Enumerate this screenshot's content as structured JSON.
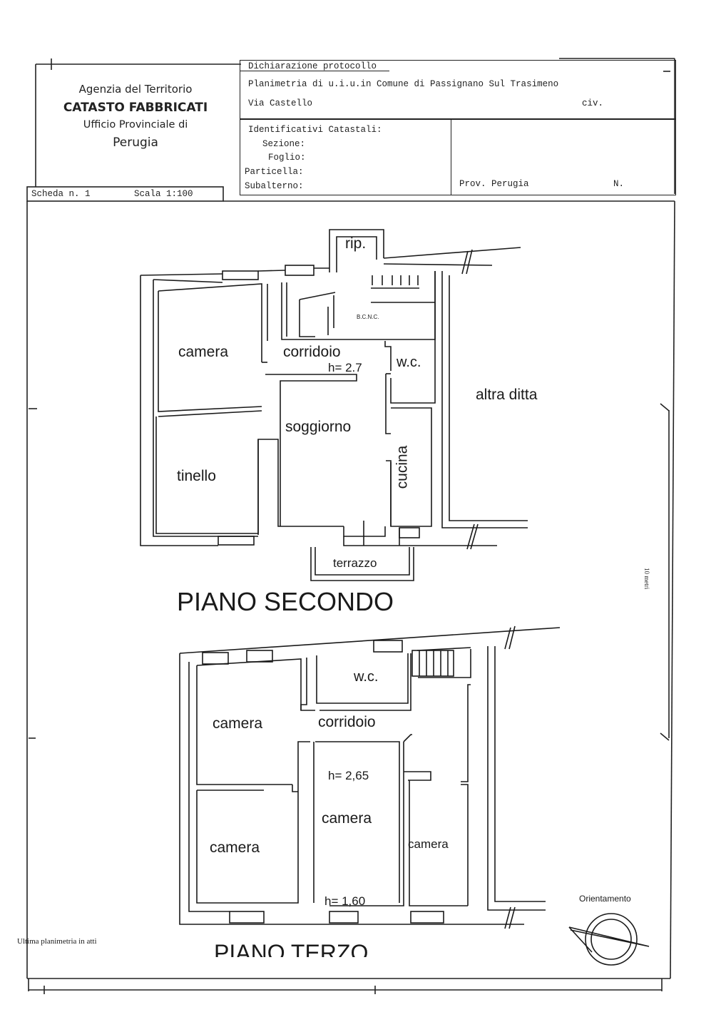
{
  "header": {
    "agency_line1": "Agenzia del Territorio",
    "agency_line2": "CATASTO FABBRICATI",
    "agency_line3": "Ufficio Provinciale di",
    "agency_line4": "Perugia",
    "dichiarazione": "Dichiarazione protocollo",
    "planimetria": "Planimetria di u.i.u.in Comune di Passignano Sul Trasimeno",
    "via": "Via Castello",
    "civ": "civ.",
    "identificativi": "Identificativi Catastali:",
    "sezione": "Sezione:",
    "foglio": "Foglio:",
    "particella": "Particella:",
    "subalterno": "Subalterno:",
    "prov": "Prov. Perugia",
    "n": "N.",
    "scheda": "Scheda n. 1",
    "scala": "Scala 1:100"
  },
  "piano_secondo": {
    "title": "PIANO SECONDO",
    "rip": "rip.",
    "bcnc": "B.C.N.C.",
    "camera": "camera",
    "corridoio": "corridoio",
    "h": "h= 2.7",
    "wc": "w.c.",
    "altra_ditta": "altra ditta",
    "soggiorno": "soggiorno",
    "tinello": "tinello",
    "cucina": "cucina",
    "terrazzo": "terrazzo"
  },
  "piano_terzo": {
    "title": "PIANO TERZO",
    "wc": "w.c.",
    "camera_1": "camera",
    "corridoio": "corridoio",
    "h1": "h= 2,65",
    "camera_2": "camera",
    "camera_3": "camera",
    "camera_4": "camera",
    "h2": "h= 1,60"
  },
  "footer": {
    "orientamento": "Orientamento",
    "ultima": "Ultima planimetria in atti",
    "scale_bar": "10 metri"
  }
}
